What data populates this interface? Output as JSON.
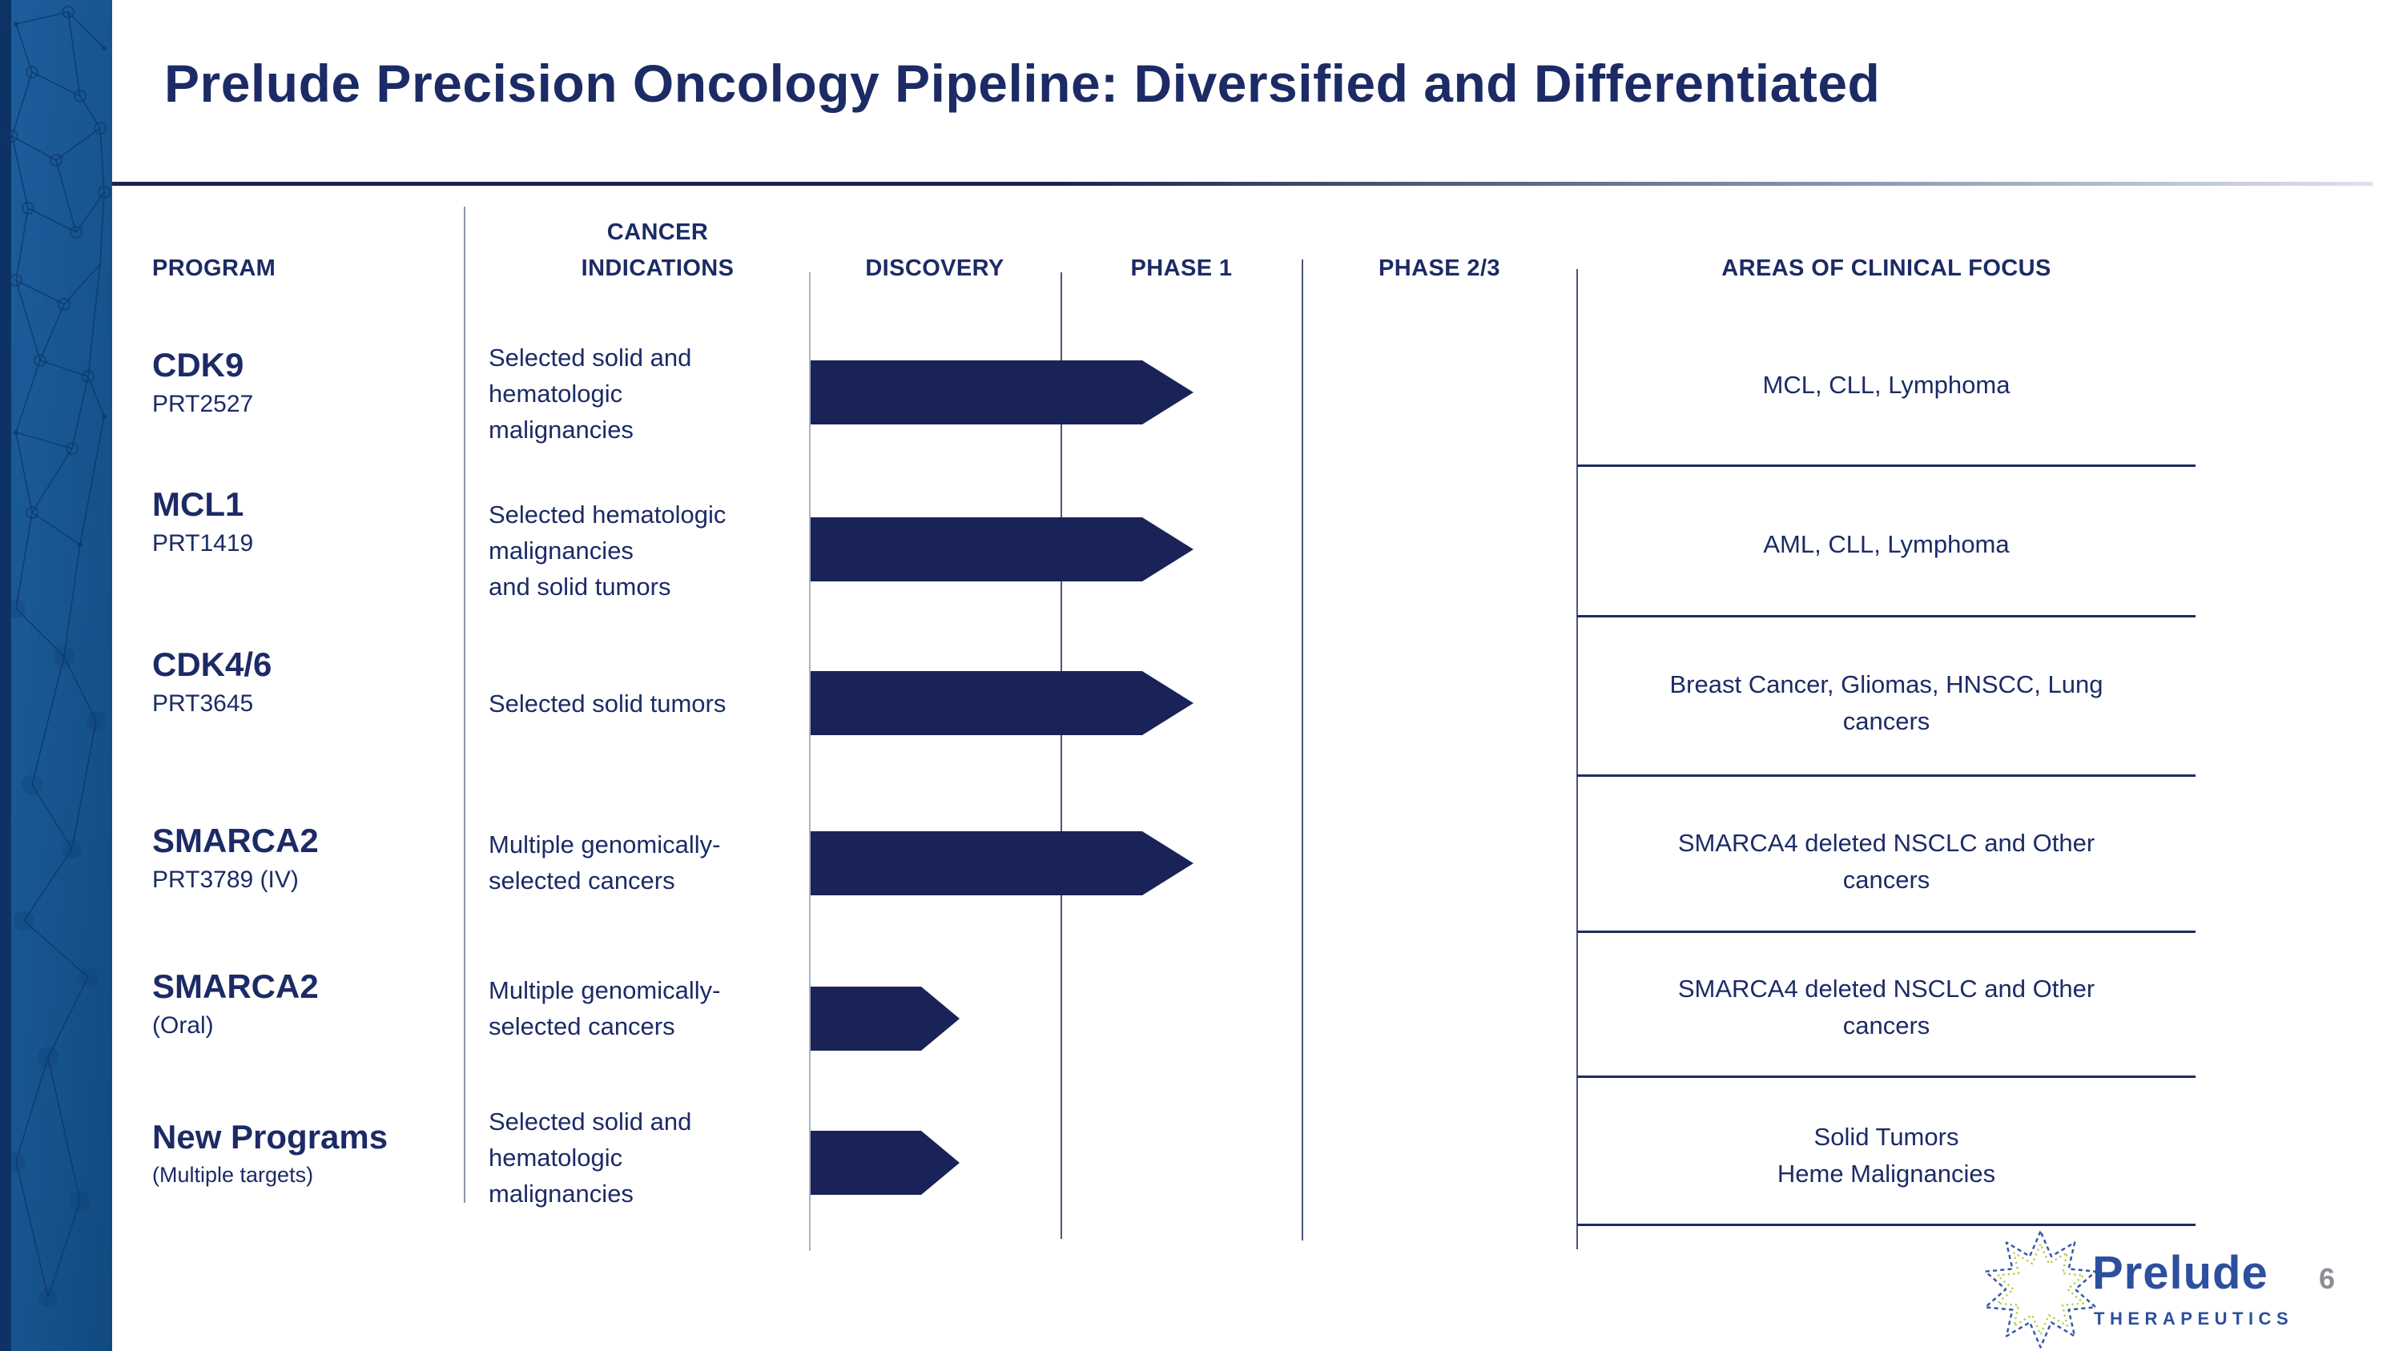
{
  "title": "Prelude Precision Oncology Pipeline: Diversified and Differentiated",
  "table": {
    "headers": [
      "PROGRAM",
      "CANCER\nINDICATIONS",
      "DISCOVERY",
      "PHASE 1",
      "PHASE 2/3",
      "AREAS OF CLINICAL FOCUS"
    ]
  },
  "rows": [
    {
      "program": "CDK9",
      "sub": "PRT2527",
      "indication": "Selected solid and\nhematologic\nmalignancies",
      "stage_reached": "Phase 1",
      "focus": "MCL, CLL, Lymphoma"
    },
    {
      "program": "MCL1",
      "sub": "PRT1419",
      "indication": "Selected hematologic\nmalignancies\nand solid tumors",
      "stage_reached": "Phase 1",
      "focus": "AML, CLL, Lymphoma"
    },
    {
      "program": "CDK4/6",
      "sub": "PRT3645",
      "indication": "Selected solid tumors",
      "stage_reached": "Phase 1",
      "focus": "Breast Cancer, Gliomas, HNSCC, Lung\ncancers"
    },
    {
      "program": "SMARCA2",
      "sub": "PRT3789 (IV)",
      "indication": "Multiple genomically-\nselected cancers",
      "stage_reached": "Phase 1",
      "focus": "SMARCA4 deleted NSCLC and Other\ncancers"
    },
    {
      "program": "SMARCA2",
      "sub": "(Oral)",
      "indication": "Multiple genomically-\nselected cancers",
      "stage_reached": "Discovery",
      "focus": "SMARCA4 deleted NSCLC and Other\ncancers"
    },
    {
      "program": "New Programs",
      "sub": "(Multiple targets)",
      "indication": "Selected solid and\nhematologic\nmalignancies",
      "stage_reached": "Discovery",
      "focus": "Solid Tumors\nHeme Malignancies"
    }
  ],
  "footer": {
    "logo_name": "Prelude",
    "logo_sub": "THERAPEUTICS",
    "page_number": "6"
  },
  "colors": {
    "navy_text": "#1c2b66",
    "arrow_navy": "#1a2357",
    "separator_navy": "#1f2d5e",
    "sidebar_blue": "#1d5e9e",
    "logo_blue": "#2d4f9e",
    "logo_green": "#b8cf4e",
    "page_number_gray": "#8c8f93"
  }
}
